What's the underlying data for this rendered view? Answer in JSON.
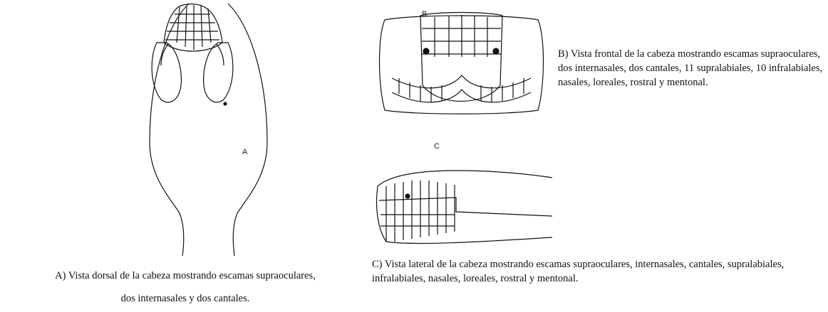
{
  "panel_a": {
    "letter": "A",
    "caption_line1": "A) Vista dorsal de la cabeza mostrando escamas supraoculares,",
    "caption_line2": "dos internasales y dos cantales."
  },
  "panel_b": {
    "letter_top": "B",
    "letter_bottom": "C",
    "caption": "B) Vista frontal de la cabeza mostrando escamas supraoculares, dos internasales, dos cantales, 11 supralabiales, 10 infralabiales, nasales, loreales, rostral y mentonal."
  },
  "panel_c": {
    "caption": "C) Vista lateral de la cabeza mostrando escamas supraoculares, internasales, cantales, supralabiales, infralabiales, nasales, loreales, rostral y mentonal."
  }
}
